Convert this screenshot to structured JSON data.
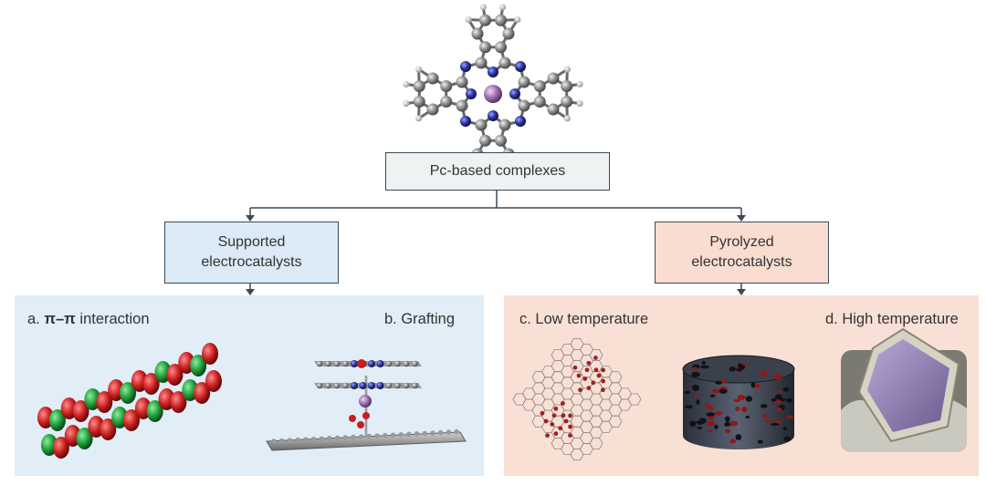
{
  "root": {
    "label": "Pc-based complexes"
  },
  "branches": [
    {
      "label_line1": "Supported",
      "label_line2": "electrocatalysts"
    },
    {
      "label_line1": "Pyrolyzed",
      "label_line2": "electrocatalysts"
    }
  ],
  "panels": [
    {
      "prefix": "a. ",
      "bold": "π–π",
      "text": " interaction"
    },
    {
      "text": "b. Grafting"
    },
    {
      "text": "c. Low temperature"
    },
    {
      "text": "d. High temperature"
    }
  ],
  "colors": {
    "line": "#3c4a56",
    "supported_fill": "#dbeaf6",
    "pyrolyzed_fill": "#f8ddd0",
    "root_fill": "#eef2f2",
    "carbon_atom": "#8a8a8a",
    "nitrogen_atom": "#2b35a0",
    "metal_atom": "#a070b0",
    "orbital_red": "#c81e1e",
    "orbital_green": "#1f9a3a"
  },
  "images": [
    {
      "name": "phthalocyanine-molecule"
    },
    {
      "name": "pi-pi-stacked-orbitals"
    },
    {
      "name": "grafted-pc-on-graphene"
    },
    {
      "name": "graphene-with-fe-n4-sites"
    },
    {
      "name": "porous-carbon-cylinder"
    },
    {
      "name": "hexagonal-particle-on-carbon"
    }
  ]
}
